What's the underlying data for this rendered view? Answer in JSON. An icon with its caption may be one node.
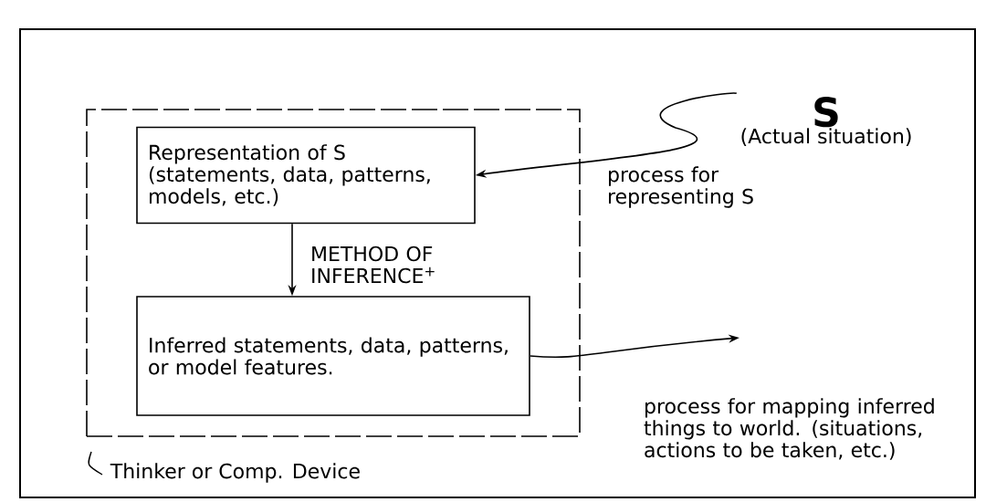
{
  "diagram": {
    "nodes": [
      {
        "text": [
          "Thinker or Comp. Device"
        ]
      },
      {
        "text": [
          "Representation of S (statements, data, patterns, models, etc.)"
        ],
        "in": 0
      },
      {
        "text": [
          "Inferred statements, data, patterns, or model features."
        ],
        "in": 0
      },
      {
        "text": [
          "S",
          "(Actual situation)"
        ]
      }
    ],
    "edges": [
      {
        "from": 3,
        "to": 1,
        "arrow": "to",
        "label": "process for representing S"
      },
      {
        "from": 1,
        "to": 2,
        "arrow": "to",
        "label": "METHOD OF INFERENCE$^{+}$"
      },
      {
        "from": 2,
        "to": null,
        "arrow": "to",
        "label": "process for mapping inferred things to world. (situations, actions to be taken, etc.)"
      }
    ]
  }
}
